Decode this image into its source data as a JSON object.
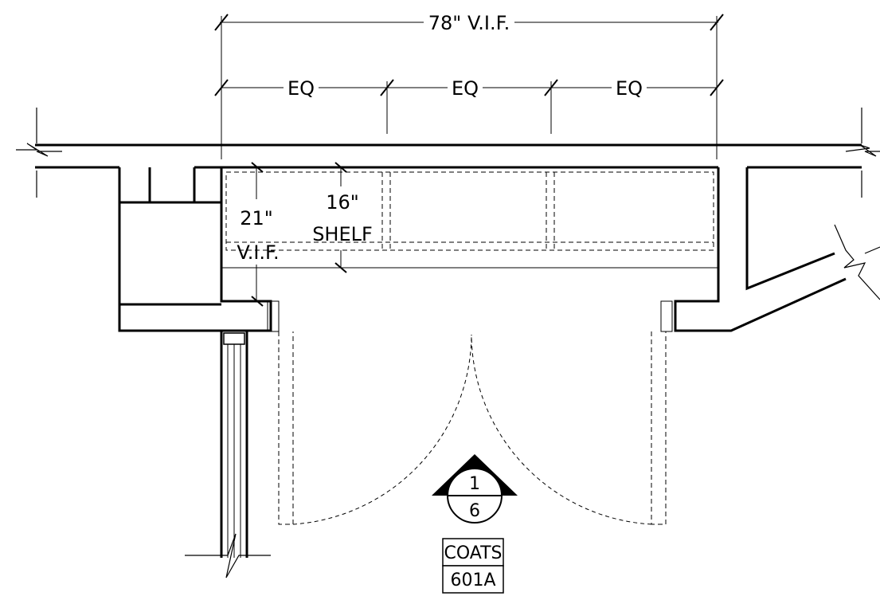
{
  "dimensions": {
    "overall": "78\" V.I.F.",
    "segment_1": "EQ",
    "segment_2": "EQ",
    "segment_3": "EQ",
    "depth_line1": "21\"",
    "depth_line2": "V.I.F.",
    "shelf_line1": "16\"",
    "shelf_line2": "SHELF"
  },
  "section_marker": {
    "number": "1",
    "sheet": "6"
  },
  "room_tag": {
    "name": "COATS",
    "number": "601A"
  },
  "colors": {
    "linework": "#000000",
    "background": "#ffffff"
  }
}
